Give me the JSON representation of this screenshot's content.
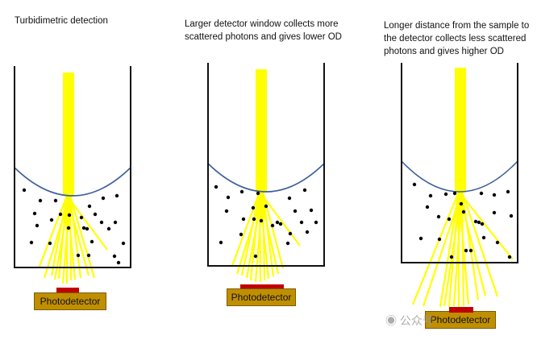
{
  "panels": [
    {
      "caption": "Turbidimetric detection",
      "detector_label": "Photodetector"
    },
    {
      "caption": "Larger detector window collects more scattered photons and gives lower OD",
      "detector_label": "Photodetector"
    },
    {
      "caption": "Longer distance from the sample to the detector collects less scattered photons and gives higher OD",
      "detector_label": "Photodetector"
    }
  ],
  "colors": {
    "beam": "#ffff00",
    "meniscus": "#3b5e9a",
    "detector": "#c08f00",
    "detector_window": "#c00000"
  },
  "watermark": "公众号"
}
